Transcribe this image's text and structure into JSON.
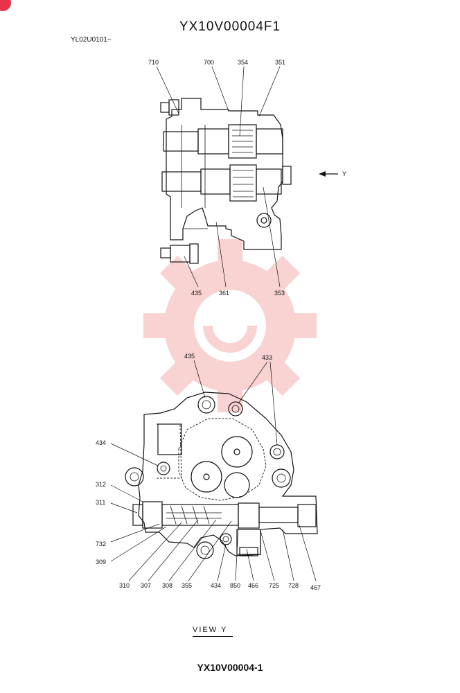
{
  "header": {
    "title": "YX10V00004F1",
    "serial": "YL02U0101~"
  },
  "top_view": {
    "arrow_label": "Y",
    "callouts": [
      "710",
      "700",
      "354",
      "351",
      "435",
      "361",
      "353"
    ]
  },
  "bottom_view": {
    "callouts": [
      "435",
      "433",
      "434",
      "312",
      "311",
      "732",
      "309",
      "310",
      "307",
      "308",
      "355",
      "434",
      "850",
      "466",
      "725",
      "728",
      "467"
    ],
    "caption": "VIEW Y"
  },
  "footer": {
    "drawing_number": "YX10V00004-1"
  },
  "watermark": {
    "color": "#f08080"
  },
  "badge": {
    "color": "#e8344a"
  }
}
